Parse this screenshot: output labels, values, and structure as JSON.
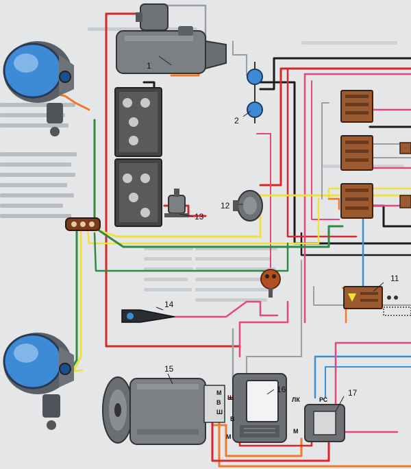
{
  "colors": {
    "background": "#e4e6e8",
    "wire_red": "#d8262a",
    "wire_pink": "#e8457a",
    "wire_black": "#1b1b1b",
    "wire_yellow": "#f0e13a",
    "wire_green": "#2e8b45",
    "wire_blue": "#3a8fd4",
    "wire_orange": "#ee7a2a",
    "wire_gray": "#9a9fa4",
    "headlamp_lens": "#3d8bd6",
    "component_gray": "#7c7f84",
    "fuse_block": "#9c5a30"
  },
  "labels": {
    "l1": "1",
    "l2": "2",
    "l11": "11",
    "l12": "12",
    "l13": "13",
    "l14": "14",
    "l15": "15",
    "l16": "16",
    "l17": "17"
  },
  "terminals": {
    "gen_m": "М",
    "gen_v": "В",
    "gen_sh": "Ш",
    "reg_sh": "Ш",
    "reg_v": "В",
    "reg_m": "М",
    "rel_lk": "ЛК",
    "rel_rs": "РС",
    "rel_m": "М"
  }
}
